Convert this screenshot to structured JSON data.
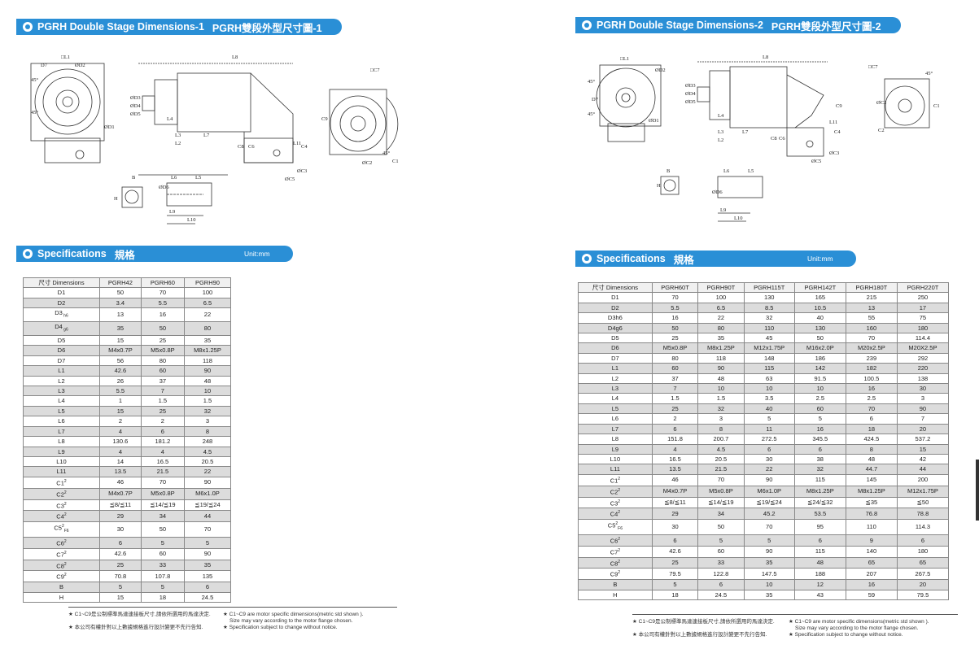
{
  "left": {
    "heading": {
      "en": "PGRH Double Stage Dimensions-1",
      "zh": "PGRH雙段外型尺寸圖-1"
    },
    "spec_heading": {
      "en": "Specifications",
      "zh": "規格",
      "unit": "Unit:mm"
    },
    "drawing_labels": [
      "□L1",
      "D7",
      "45°",
      "45°",
      "ØD2",
      "ØD1",
      "ØD3",
      "ØD4",
      "ØD5",
      "L8",
      "L4",
      "L3",
      "L2",
      "L7",
      "C8",
      "C6",
      "L11",
      "C4",
      "ØC3",
      "ØC5",
      "C9",
      "□C7",
      "ØC2",
      "45°",
      "C1",
      "B",
      "H",
      "L6",
      "L5",
      "ØD6",
      "L9",
      "L10"
    ],
    "table": {
      "header": [
        "尺寸 Dimensions",
        "PGRH42",
        "PGRH60",
        "PGRH90"
      ],
      "rows": [
        [
          "D1",
          "50",
          "70",
          "100"
        ],
        [
          "D2",
          "3.4",
          "5.5",
          "6.5"
        ],
        [
          "D3 h6",
          "13",
          "16",
          "22"
        ],
        [
          "D4 g6",
          "35",
          "50",
          "80"
        ],
        [
          "D5",
          "15",
          "25",
          "35"
        ],
        [
          "D6",
          "M4x0.7P",
          "M5x0.8P",
          "M8x1.25P"
        ],
        [
          "D7",
          "56",
          "80",
          "118"
        ],
        [
          "L1",
          "42.6",
          "60",
          "90"
        ],
        [
          "L2",
          "26",
          "37",
          "48"
        ],
        [
          "L3",
          "5.5",
          "7",
          "10"
        ],
        [
          "L4",
          "1",
          "1.5",
          "1.5"
        ],
        [
          "L5",
          "15",
          "25",
          "32"
        ],
        [
          "L6",
          "2",
          "2",
          "3"
        ],
        [
          "L7",
          "4",
          "6",
          "8"
        ],
        [
          "L8",
          "130.6",
          "181.2",
          "248"
        ],
        [
          "L9",
          "4",
          "4",
          "4.5"
        ],
        [
          "L10",
          "14",
          "16.5",
          "20.5"
        ],
        [
          "L11",
          "13.5",
          "21.5",
          "22"
        ],
        [
          "C1 2",
          "46",
          "70",
          "90"
        ],
        [
          "C2 2",
          "M4x0.7P",
          "M5x0.8P",
          "M6x1.0P"
        ],
        [
          "C3 2",
          "≦8/≦11",
          "≦14/≦19",
          "≦19/≦24"
        ],
        [
          "C4 2",
          "29",
          "34",
          "44"
        ],
        [
          "C5 2 F6",
          "30",
          "50",
          "70"
        ],
        [
          "C6 2",
          "6",
          "5",
          "5"
        ],
        [
          "C7 2",
          "42.6",
          "60",
          "90"
        ],
        [
          "C8 2",
          "25",
          "33",
          "35"
        ],
        [
          "C9 2",
          "70.8",
          "107.8",
          "135"
        ],
        [
          "B",
          "5",
          "5",
          "6"
        ],
        [
          "H",
          "15",
          "18",
          "24.5"
        ]
      ]
    },
    "notes": {
      "zh": [
        "★ C1~C9是公制標準馬達連接板尺寸,請依所選用的馬達決定.",
        "★ 本公司有權針對以上數據規格進行設計變更不先行告知."
      ],
      "en": [
        "★ C1~C9 are motor specific dimensions(metric std shown ).",
        "Size may vary according to the motor flange chosen.",
        "★ Specification subject to change without notice."
      ]
    }
  },
  "right": {
    "heading": {
      "en": "PGRH Double Stage Dimensions-2",
      "zh": "PGRH雙段外型尺寸圖-2"
    },
    "spec_heading": {
      "en": "Specifications",
      "zh": "規格",
      "unit": "Unit:mm"
    },
    "drawing_labels": [
      "□L1",
      "ØD2",
      "45°",
      "45°",
      "D7",
      "ØD1",
      "ØD3",
      "ØD4",
      "ØD5",
      "L8",
      "L4",
      "L3",
      "L2",
      "L7",
      "C8",
      "C6",
      "L11",
      "C4",
      "ØC3",
      "ØC5",
      "C9",
      "□C7",
      "ØC2",
      "C2",
      "45°",
      "C1",
      "B",
      "H",
      "L6",
      "L5",
      "ØD6",
      "L9",
      "L10"
    ],
    "table": {
      "header": [
        "尺寸 Dimensions",
        "PGRH60T",
        "PGRH90T",
        "PGRH115T",
        "PGRH142T",
        "PGRH180T",
        "PGRH220T"
      ],
      "rows": [
        [
          "D1",
          "70",
          "100",
          "130",
          "165",
          "215",
          "250"
        ],
        [
          "D2",
          "5.5",
          "6.5",
          "8.5",
          "10.5",
          "13",
          "17"
        ],
        [
          "D3h6",
          "16",
          "22",
          "32",
          "40",
          "55",
          "75"
        ],
        [
          "D4g6",
          "50",
          "80",
          "110",
          "130",
          "160",
          "180"
        ],
        [
          "D5",
          "25",
          "35",
          "45",
          "50",
          "70",
          "114.4"
        ],
        [
          "D6",
          "M5x0.8P",
          "M8x1.25P",
          "M12x1.75P",
          "M16x2.0P",
          "M20x2.5P",
          "M20X2.5P"
        ],
        [
          "D7",
          "80",
          "118",
          "148",
          "186",
          "239",
          "292"
        ],
        [
          "L1",
          "60",
          "90",
          "115",
          "142",
          "182",
          "220"
        ],
        [
          "L2",
          "37",
          "48",
          "63",
          "91.5",
          "100.5",
          "138"
        ],
        [
          "L3",
          "7",
          "10",
          "10",
          "10",
          "16",
          "30"
        ],
        [
          "L4",
          "1.5",
          "1.5",
          "3.5",
          "2.5",
          "2.5",
          "3"
        ],
        [
          "L5",
          "25",
          "32",
          "40",
          "60",
          "70",
          "90"
        ],
        [
          "L6",
          "2",
          "3",
          "5",
          "5",
          "6",
          "7"
        ],
        [
          "L7",
          "6",
          "8",
          "11",
          "16",
          "18",
          "20"
        ],
        [
          "L8",
          "151.8",
          "200.7",
          "272.5",
          "345.5",
          "424.5",
          "537.2"
        ],
        [
          "L9",
          "4",
          "4.5",
          "6",
          "6",
          "8",
          "15"
        ],
        [
          "L10",
          "16.5",
          "20.5",
          "30",
          "38",
          "48",
          "42"
        ],
        [
          "L11",
          "13.5",
          "21.5",
          "22",
          "32",
          "44.7",
          "44"
        ],
        [
          "C1 2",
          "46",
          "70",
          "90",
          "115",
          "145",
          "200"
        ],
        [
          "C2 2",
          "M4x0.7P",
          "M5x0.8P",
          "M6x1.0P",
          "M8x1.25P",
          "M8x1.25P",
          "M12x1.75P"
        ],
        [
          "C3 2",
          "≦8/≦11",
          "≦14/≦19",
          "≦19/≦24",
          "≦24/≦32",
          "≦35",
          "≦50"
        ],
        [
          "C4 2",
          "29",
          "34",
          "45.2",
          "53.5",
          "76.8",
          "78.8"
        ],
        [
          "C5 2 F6",
          "30",
          "50",
          "70",
          "95",
          "110",
          "114.3"
        ],
        [
          "C6 2",
          "6",
          "5",
          "5",
          "6",
          "9",
          "6"
        ],
        [
          "C7 2",
          "42.6",
          "60",
          "90",
          "115",
          "140",
          "180"
        ],
        [
          "C8 2",
          "25",
          "33",
          "35",
          "48",
          "65",
          "65"
        ],
        [
          "C9 2",
          "79.5",
          "122.8",
          "147.5",
          "188",
          "207",
          "267.5"
        ],
        [
          "B",
          "5",
          "6",
          "10",
          "12",
          "16",
          "20"
        ],
        [
          "H",
          "18",
          "24.5",
          "35",
          "43",
          "59",
          "79.5"
        ]
      ]
    },
    "notes": {
      "zh": [
        "★ C1~C9是公制標準馬達連接板尺寸,請依所選用的馬達決定.",
        "★ 本公司有權針對以上數據規格進行設計變更不先行告知."
      ],
      "en": [
        "★ C1~C9 are motor specific dimensions(metric std shown ).",
        "Size may vary according to the motor flange chosen.",
        "★ Specification subject to change without notice."
      ]
    }
  },
  "colors": {
    "accent": "#2a8fd6",
    "zebra": "#dcdcdc"
  }
}
